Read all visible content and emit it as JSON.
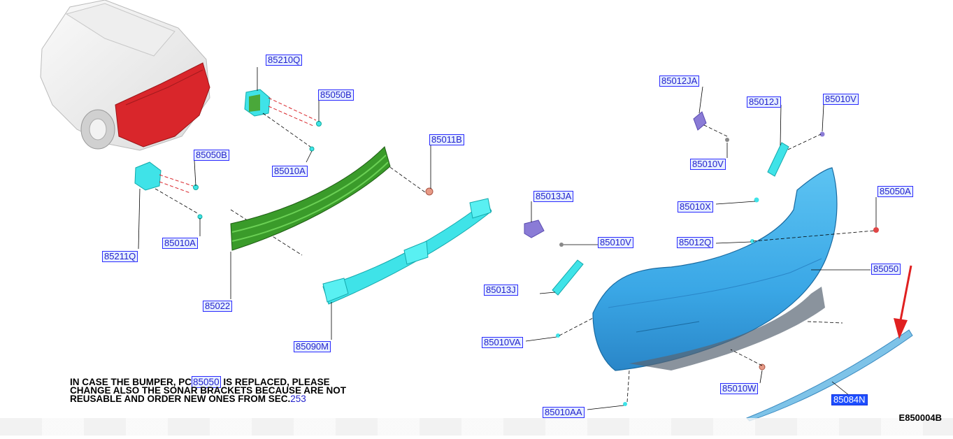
{
  "callouts": {
    "c85210Q": "85210Q",
    "c85050B_top": "85050B",
    "c85010A_top": "85010A",
    "c85050B_left": "85050B",
    "c85010A_left": "85010A",
    "c85211Q": "85211Q",
    "c85022": "85022",
    "c85011B": "85011B",
    "c85090M": "85090M",
    "c85013JA": "85013JA",
    "c85010V_mid": "85010V",
    "c85013J": "85013J",
    "c85010VA": "85010VA",
    "c85010AA": "85010AA",
    "c85012JA": "85012JA",
    "c85012J": "85012J",
    "c85010V_right": "85010V",
    "c85010V_low": "85010V",
    "c85010X": "85010X",
    "c85012Q": "85012Q",
    "c85050A": "85050A",
    "c85050": "85050",
    "c85010W": "85010W",
    "c85084N": "85084N"
  },
  "note": {
    "line1_a": "IN CASE THE BUMPER, PC",
    "line1_ref": "85050",
    "line1_b": " IS REPLACED, PLEASE",
    "line2": "CHANGE ALSO THE SONAR BRACKETS BECAUSE ARE NOT",
    "line3_a": "REUSABLE AND ORDER NEW ONES FROM SEC.",
    "line3_ref": "253"
  },
  "diagram_id": "E850004B",
  "colors": {
    "bumper_blue": "#3aa7e6",
    "cyan_part": "#3fe3e8",
    "green_part": "#3a9b2a",
    "purple_part": "#8a7bd6",
    "red_highlight": "#d9262b",
    "callout_border": "#2b2bff",
    "selected_callout": "#1e4fff"
  },
  "selected_part": "85084N"
}
